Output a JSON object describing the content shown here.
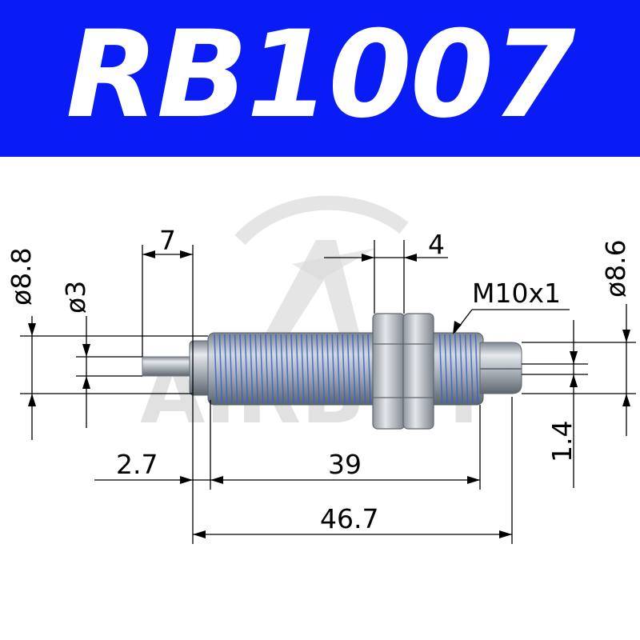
{
  "header": {
    "title": "RB1007",
    "background_color": "#0a1cf5",
    "text_color": "#ffffff"
  },
  "watermark": {
    "text": "AIRBUY"
  },
  "dimensions": {
    "dia_body": "ø8.8",
    "dia_rod": "ø3",
    "rod_length": "7",
    "nut_thickness": "4",
    "thread": "M10x1",
    "dia_stop": "ø8.6",
    "stop_slot": "1.4",
    "collar": "2.7",
    "thread_length": "39",
    "total_length": "46.7"
  },
  "colors": {
    "thread_blue": "#3a63c8",
    "steel": "#b9bfc6"
  }
}
